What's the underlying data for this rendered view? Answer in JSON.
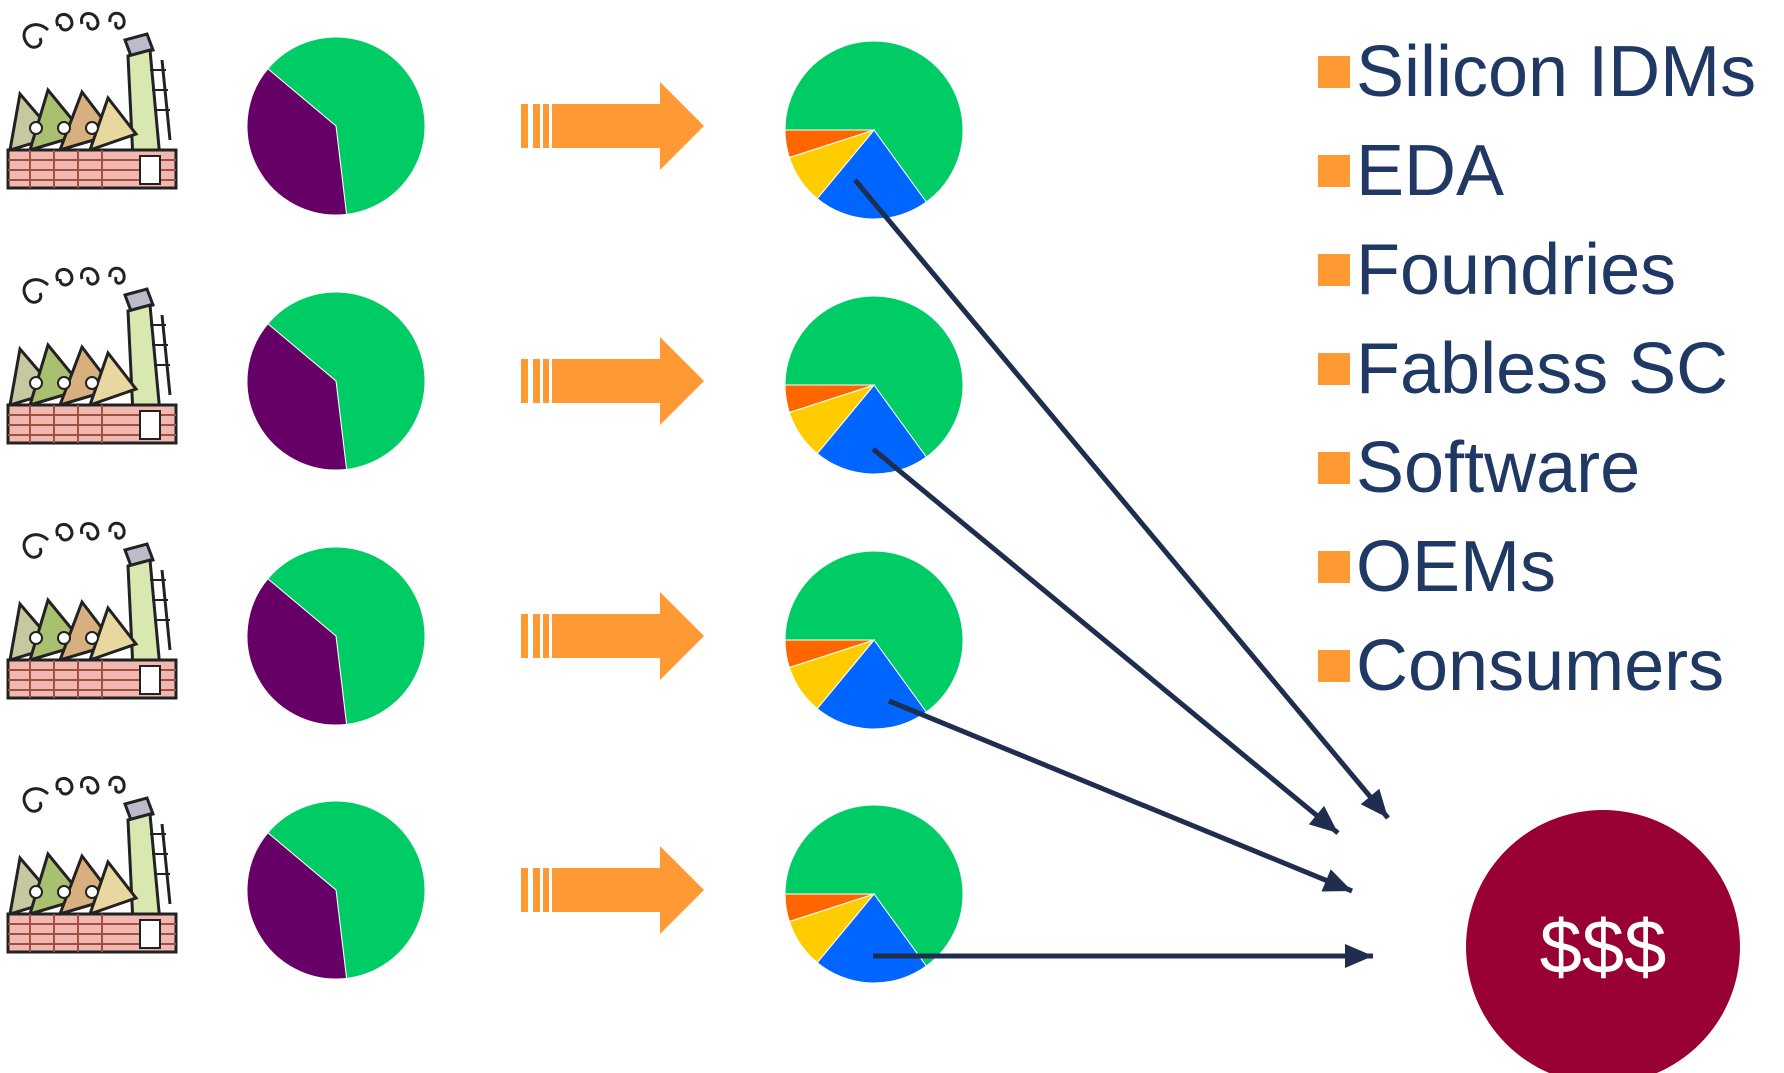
{
  "legend": {
    "swatch_color": "#ff9933",
    "text_color": "#1f3864",
    "items": [
      "Silicon IDMs",
      "EDA",
      "Foundries",
      "Fabless SC",
      "Software",
      "OEMs",
      "Consumers"
    ]
  },
  "money": {
    "label": "$$$",
    "color": "#990033"
  },
  "colors": {
    "transform_arrow": "#ff9933",
    "flow_arrow": "#1f2d4f",
    "factory_icon": "factory-with-smokestack"
  },
  "chart_data": [
    {
      "type": "pie",
      "role": "before",
      "rows": 4,
      "categories": [
        "green",
        "purple"
      ],
      "colors": [
        "#00cc66",
        "#660066"
      ],
      "values": [
        0.62,
        0.38
      ]
    },
    {
      "type": "pie",
      "role": "after",
      "rows": 4,
      "categories": [
        "green",
        "blue",
        "yellow",
        "orange"
      ],
      "colors": [
        "#00cc66",
        "#0066ff",
        "#ffcc00",
        "#ff6600"
      ],
      "values": [
        0.65,
        0.21,
        0.09,
        0.05
      ]
    }
  ]
}
